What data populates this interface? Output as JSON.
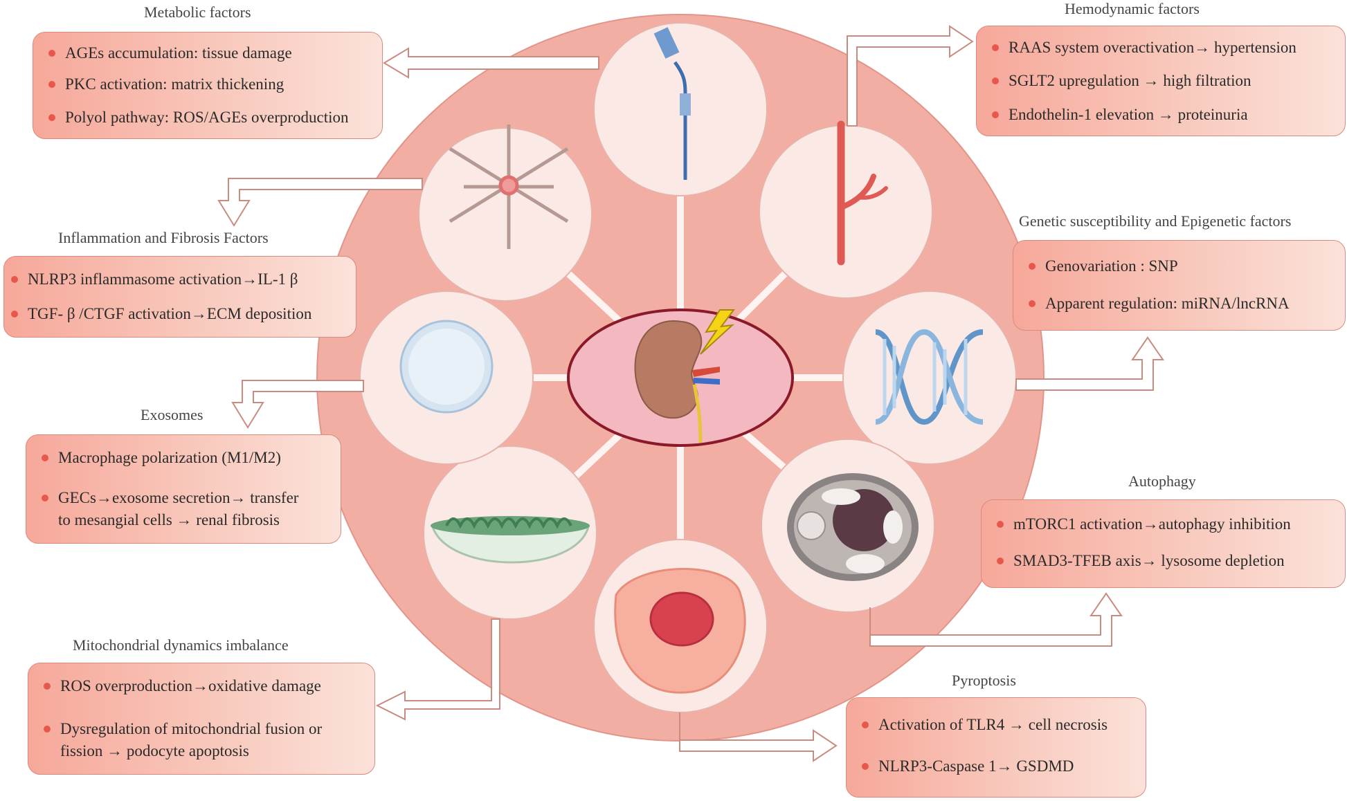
{
  "sections": {
    "metabolic": {
      "title": "Metabolic factors",
      "items": [
        "AGEs accumulation: tissue damage",
        "PKC activation:  matrix thickening",
        "Polyol pathway: ROS/AGEs overproduction"
      ]
    },
    "inflammation": {
      "title": "Inflammation and Fibrosis Factors",
      "items": [
        "NLRP3 inflammasome activation→IL-1 β",
        "TGF- β /CTGF activation→ECM deposition"
      ]
    },
    "exosomes": {
      "title": "Exosomes",
      "items": [
        "Macrophage polarization (M1/M2)",
        "GECs→exosome secretion→ transfer"
      ],
      "item2_line2": "to mesangial cells → renal fibrosis"
    },
    "mitochondrial": {
      "title": "Mitochondrial dynamics imbalance",
      "items": [
        "ROS overproduction→oxidative damage",
        "Dysregulation of mitochondrial fusion or"
      ],
      "item2_line2": "fission → podocyte apoptosis"
    },
    "hemodynamic": {
      "title": "Hemodynamic factors",
      "items": [
        "RAAS system overactivation→ hypertension",
        "SGLT2 upregulation → high filtration",
        "Endothelin-1 elevation → proteinuria"
      ]
    },
    "genetic": {
      "title": "Genetic susceptibility and Epigenetic factors",
      "items": [
        "Genovariation : SNP",
        "Apparent regulation: miRNA/lncRNA"
      ]
    },
    "autophagy": {
      "title": "Autophagy",
      "items": [
        "mTORC1 activation→autophagy inhibition",
        "SMAD3-TFEB axis→ lysosome depletion"
      ]
    },
    "pyroptosis": {
      "title": "Pyroptosis",
      "items": [
        "Activation of TLR4 → cell necrosis",
        "NLRP3-Caspase 1→ GSDMD"
      ]
    }
  },
  "colors": {
    "big_circle": "#f2aea3",
    "small_circle": "#fbe9e5",
    "bullet": "#e8574c",
    "arrow_stroke": "#c98b80",
    "center_fill": "#f4b9c0",
    "center_stroke": "#8a1a2a"
  },
  "icons": [
    "syringe-icon",
    "blood-vessel-icon",
    "dna-icon",
    "cell-icon",
    "podocyte-icon",
    "mitochondrion-icon",
    "exosome-icon",
    "collagen-fiber-icon",
    "kidney-icon",
    "lightning-icon"
  ]
}
